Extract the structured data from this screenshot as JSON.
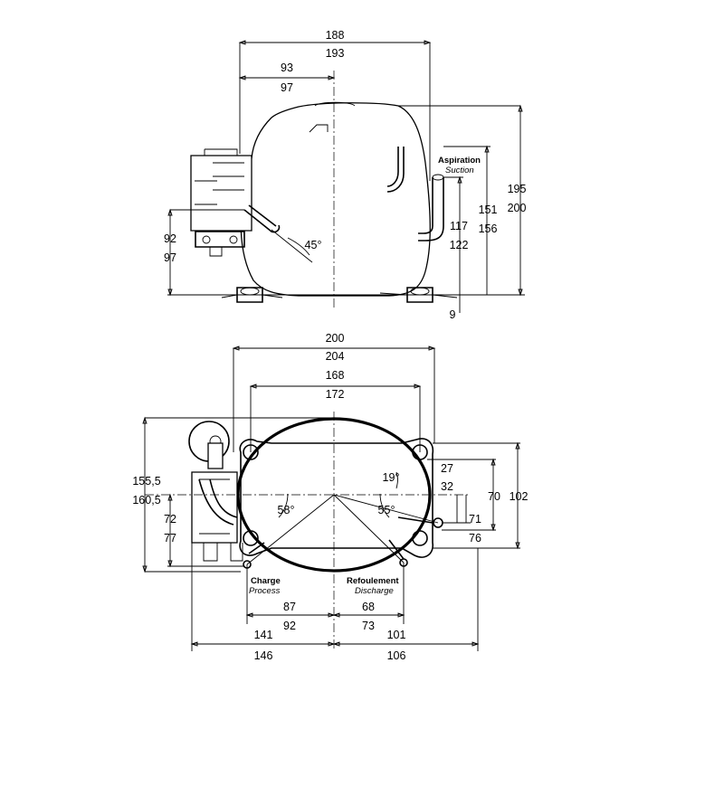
{
  "top_view": {
    "dims": {
      "width_188": "188",
      "width_193": "193",
      "half_93": "93",
      "half_97": "97",
      "height_195": "195",
      "height_200": "200",
      "suction_151": "151",
      "suction_156": "156",
      "suction_117": "117",
      "suction_122": "122",
      "box_92": "92",
      "box_97": "97",
      "offset_9": "9",
      "angle_45": "45°"
    },
    "labels": {
      "suction_fr": "Aspiration",
      "suction_en": "Suction"
    }
  },
  "bottom_view": {
    "dims": {
      "width_200": "200",
      "width_204": "204",
      "mount_168": "168",
      "mount_172": "172",
      "depth_155": "155,5",
      "depth_160": "160,5",
      "left_72": "72",
      "left_77": "77",
      "v_27": "27",
      "v_32": "32",
      "v_70": "70",
      "v_102": "102",
      "v_71": "71",
      "v_76": "76",
      "process_87": "87",
      "process_92": "92",
      "discharge_68": "68",
      "discharge_73": "73",
      "left_141": "141",
      "left_146": "146",
      "right_101": "101",
      "right_106": "106",
      "angle_58": "58°",
      "angle_55": "55°",
      "angle_19": "19°"
    },
    "labels": {
      "process_fr": "Charge",
      "process_en": "Process",
      "discharge_fr": "Refoulement",
      "discharge_en": "Discharge"
    }
  }
}
